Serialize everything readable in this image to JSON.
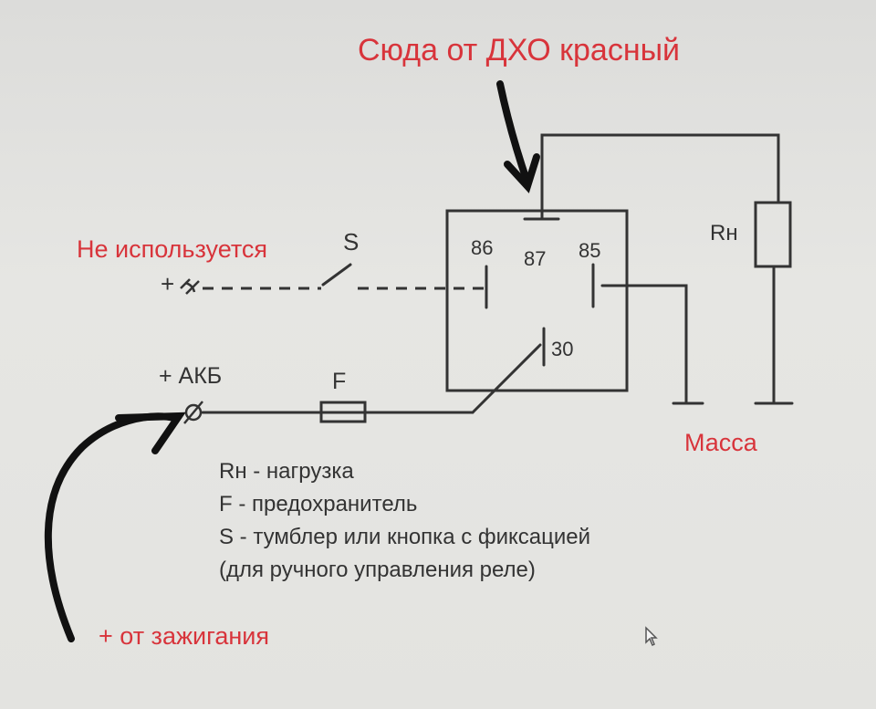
{
  "annotations": {
    "top": "Сюда от ДХО красный",
    "unused": "Не используется",
    "ground": "Масса",
    "ignition": "+ от зажигания"
  },
  "labels": {
    "switch": "S",
    "plus": "+",
    "battery": "+ АКБ",
    "battery_terminal": "∅",
    "fuse": "F",
    "load": "Rн"
  },
  "pins": {
    "p86": "86",
    "p87": "87",
    "p85": "85",
    "p30": "30"
  },
  "legend": [
    "Rн - нагрузка",
    "F - предохранитель",
    "S - тумблер или кнопка с фиксацией",
    "(для ручного управления реле)"
  ],
  "colors": {
    "annotation": "#d8343b",
    "line": "#333333"
  }
}
